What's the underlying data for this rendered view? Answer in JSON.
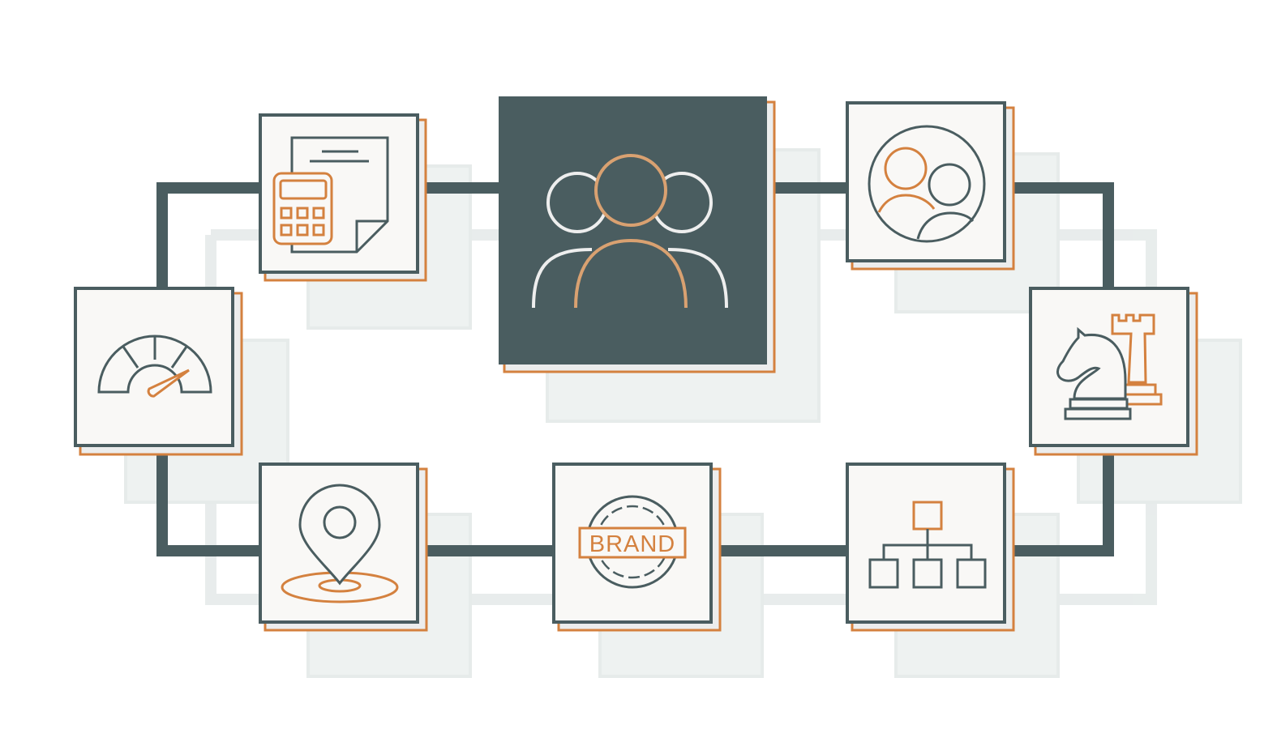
{
  "colors": {
    "dark": "#4a5d60",
    "orange": "#d4813f",
    "light_orange": "#d9a171",
    "card_bg": "#f9f8f6",
    "shadow": "#e8edec",
    "center_person_outline": "#eeeeee"
  },
  "nodes": [
    {
      "id": "center",
      "icon": "team-icon"
    },
    {
      "id": "top-left",
      "icon": "calculator-document-icon"
    },
    {
      "id": "top-right",
      "icon": "user-group-circle-icon"
    },
    {
      "id": "left",
      "icon": "speedometer-icon"
    },
    {
      "id": "right",
      "icon": "chess-strategy-icon"
    },
    {
      "id": "bottom-left",
      "icon": "location-pin-icon"
    },
    {
      "id": "bottom-center",
      "icon": "brand-stamp-icon"
    },
    {
      "id": "bottom-right",
      "icon": "org-chart-icon"
    }
  ],
  "brand_stamp": {
    "label": "BRAND"
  }
}
